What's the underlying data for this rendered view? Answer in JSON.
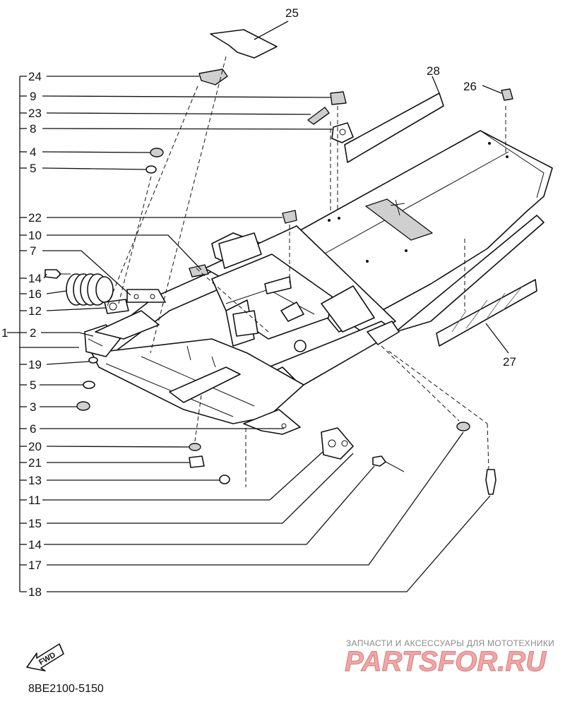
{
  "diagram": {
    "callouts_left": [
      {
        "id": "24",
        "text": "24"
      },
      {
        "id": "9",
        "text": "9"
      },
      {
        "id": "23",
        "text": "23"
      },
      {
        "id": "8",
        "text": "8"
      },
      {
        "id": "4",
        "text": "4"
      },
      {
        "id": "5a",
        "text": "5"
      },
      {
        "id": "22",
        "text": "22"
      },
      {
        "id": "10",
        "text": "10"
      },
      {
        "id": "7",
        "text": "7"
      },
      {
        "id": "14a",
        "text": "14"
      },
      {
        "id": "16",
        "text": "16"
      },
      {
        "id": "12",
        "text": "12"
      },
      {
        "id": "1",
        "text": "1"
      },
      {
        "id": "2",
        "text": "2"
      },
      {
        "id": "19",
        "text": "19"
      },
      {
        "id": "5b",
        "text": "5"
      },
      {
        "id": "3",
        "text": "3"
      },
      {
        "id": "6",
        "text": "6"
      },
      {
        "id": "20",
        "text": "20"
      },
      {
        "id": "21",
        "text": "21"
      },
      {
        "id": "13",
        "text": "13"
      },
      {
        "id": "11",
        "text": "11"
      },
      {
        "id": "15",
        "text": "15"
      },
      {
        "id": "14b",
        "text": "14"
      },
      {
        "id": "17",
        "text": "17"
      },
      {
        "id": "18",
        "text": "18"
      }
    ],
    "callouts_top": [
      {
        "id": "25",
        "text": "25"
      },
      {
        "id": "28",
        "text": "28"
      },
      {
        "id": "26",
        "text": "26"
      },
      {
        "id": "27",
        "text": "27"
      }
    ],
    "fwd_label": "FWD",
    "part_code": "8BE2100-5150"
  },
  "watermark": {
    "tagline": "ЗАПЧАСТИ И АКСЕССУАРЫ ДЛЯ МОТОТЕХНИКИ",
    "brand": "PARTSFOR.RU"
  },
  "colors": {
    "line": "#111111",
    "paper": "#ffffff",
    "watermark_red": "#e23a3a"
  }
}
